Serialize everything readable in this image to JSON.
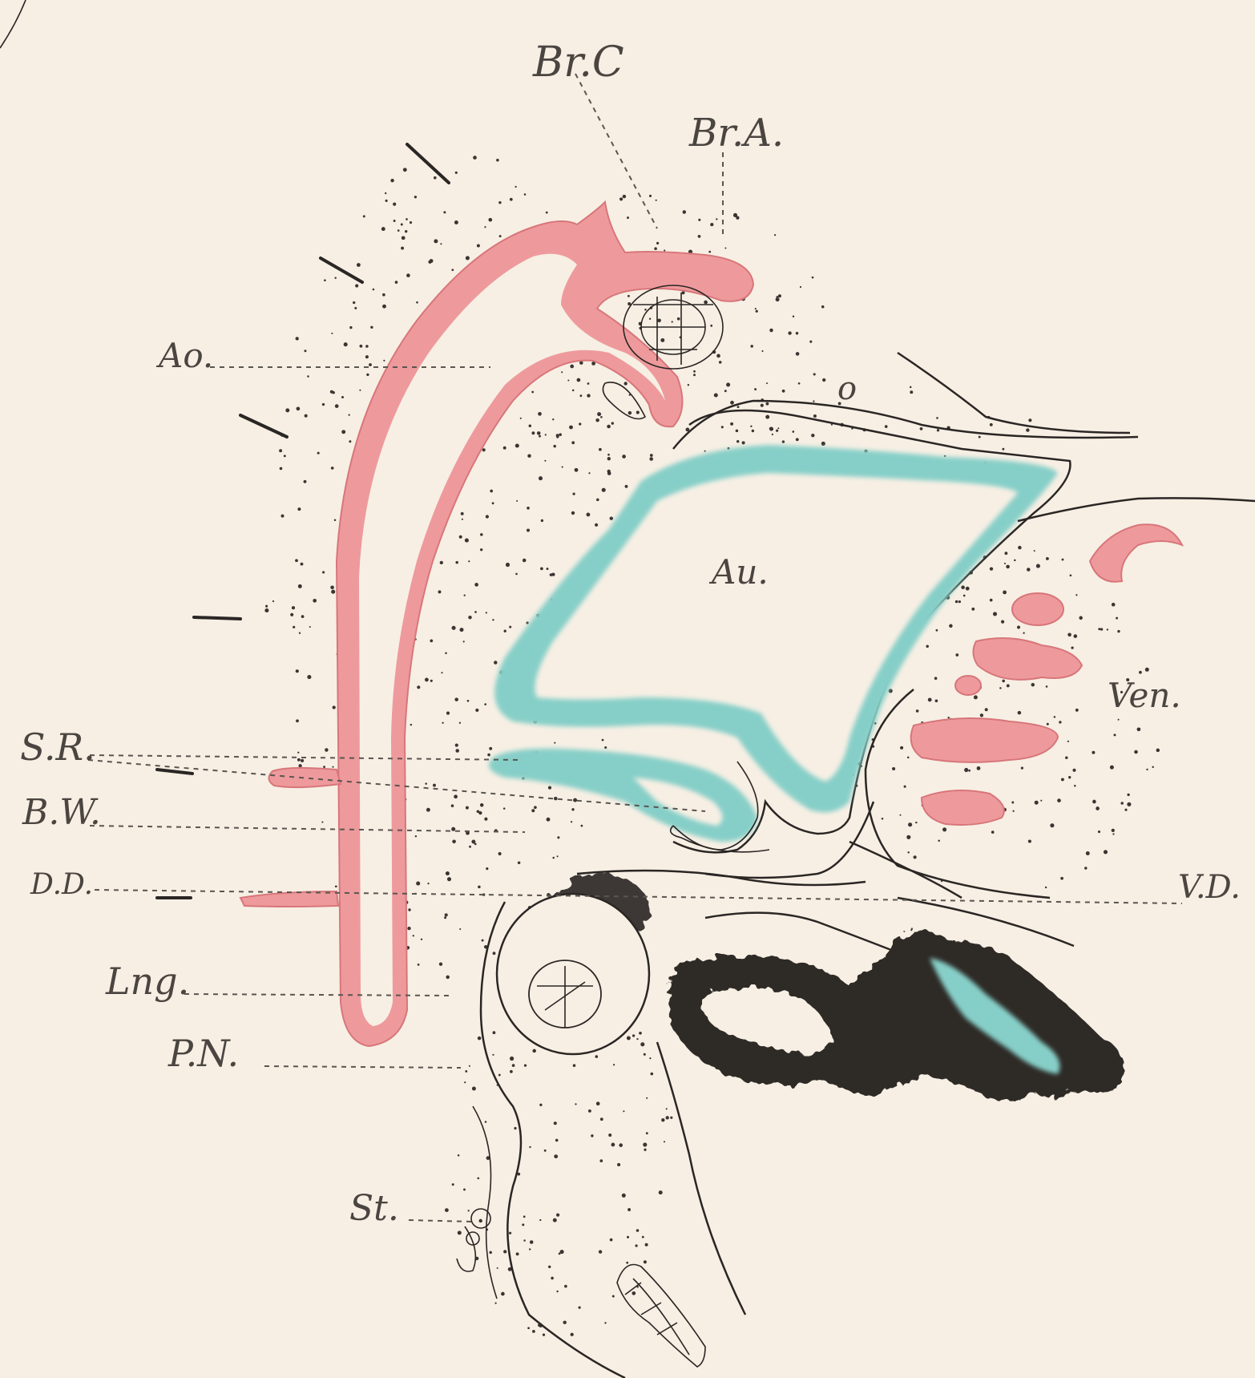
{
  "labels": {
    "brc": "Br.C",
    "bra": "Br.A.",
    "ao": "Ao.",
    "o": "o",
    "au": "Au.",
    "ven": "Ven.",
    "sr": "S.R.",
    "bw": "B.W.",
    "dd": "D.D.",
    "vd": "V.D.",
    "lng": "Lng.",
    "pn": "P.N.",
    "st": "St."
  },
  "colors": {
    "paper": "#f7efe4",
    "arterial_red": "#ee9a9c",
    "atrium_teal": "#86cfc8",
    "ink": "#2a2624"
  }
}
